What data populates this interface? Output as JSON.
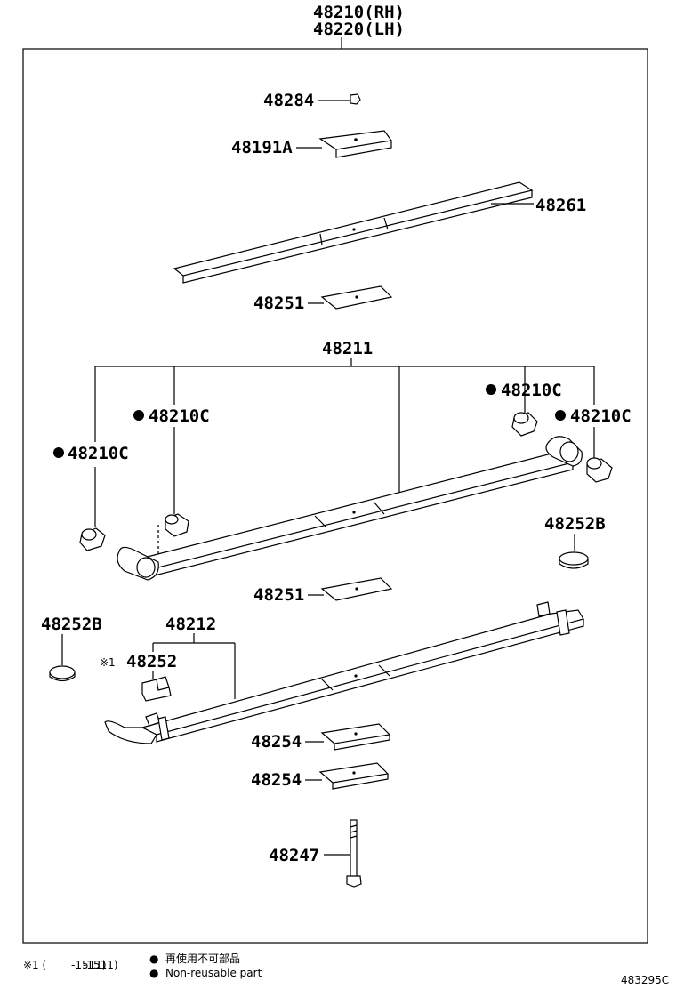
{
  "header": {
    "assembly_rh": "48210(RH)",
    "assembly_lh": "48220(LH)"
  },
  "parts": {
    "p48284": "48284",
    "p48191A": "48191A",
    "p48261": "48261",
    "p48251_top": "48251",
    "p48211": "48211",
    "bush_left_outer": "48210C",
    "bush_left_inner": "48210C",
    "bush_right_inner": "48210C",
    "bush_right_outer": "48210C",
    "p48252B_right": "48252B",
    "p48251_mid": "48251",
    "p48252B_left": "48252B",
    "p48212": "48212",
    "p48252_mark": "※1",
    "p48252": "48252",
    "p48254_a": "48254",
    "p48254_b": "48254",
    "p48247": "48247"
  },
  "legend": {
    "note_mark": "※1 (　　 -1511)",
    "dot_symbol": "●",
    "non_reusable_jp": "再使用不可部品",
    "non_reusable_en": "Non-reusable part"
  },
  "diagram_code": "483295C"
}
